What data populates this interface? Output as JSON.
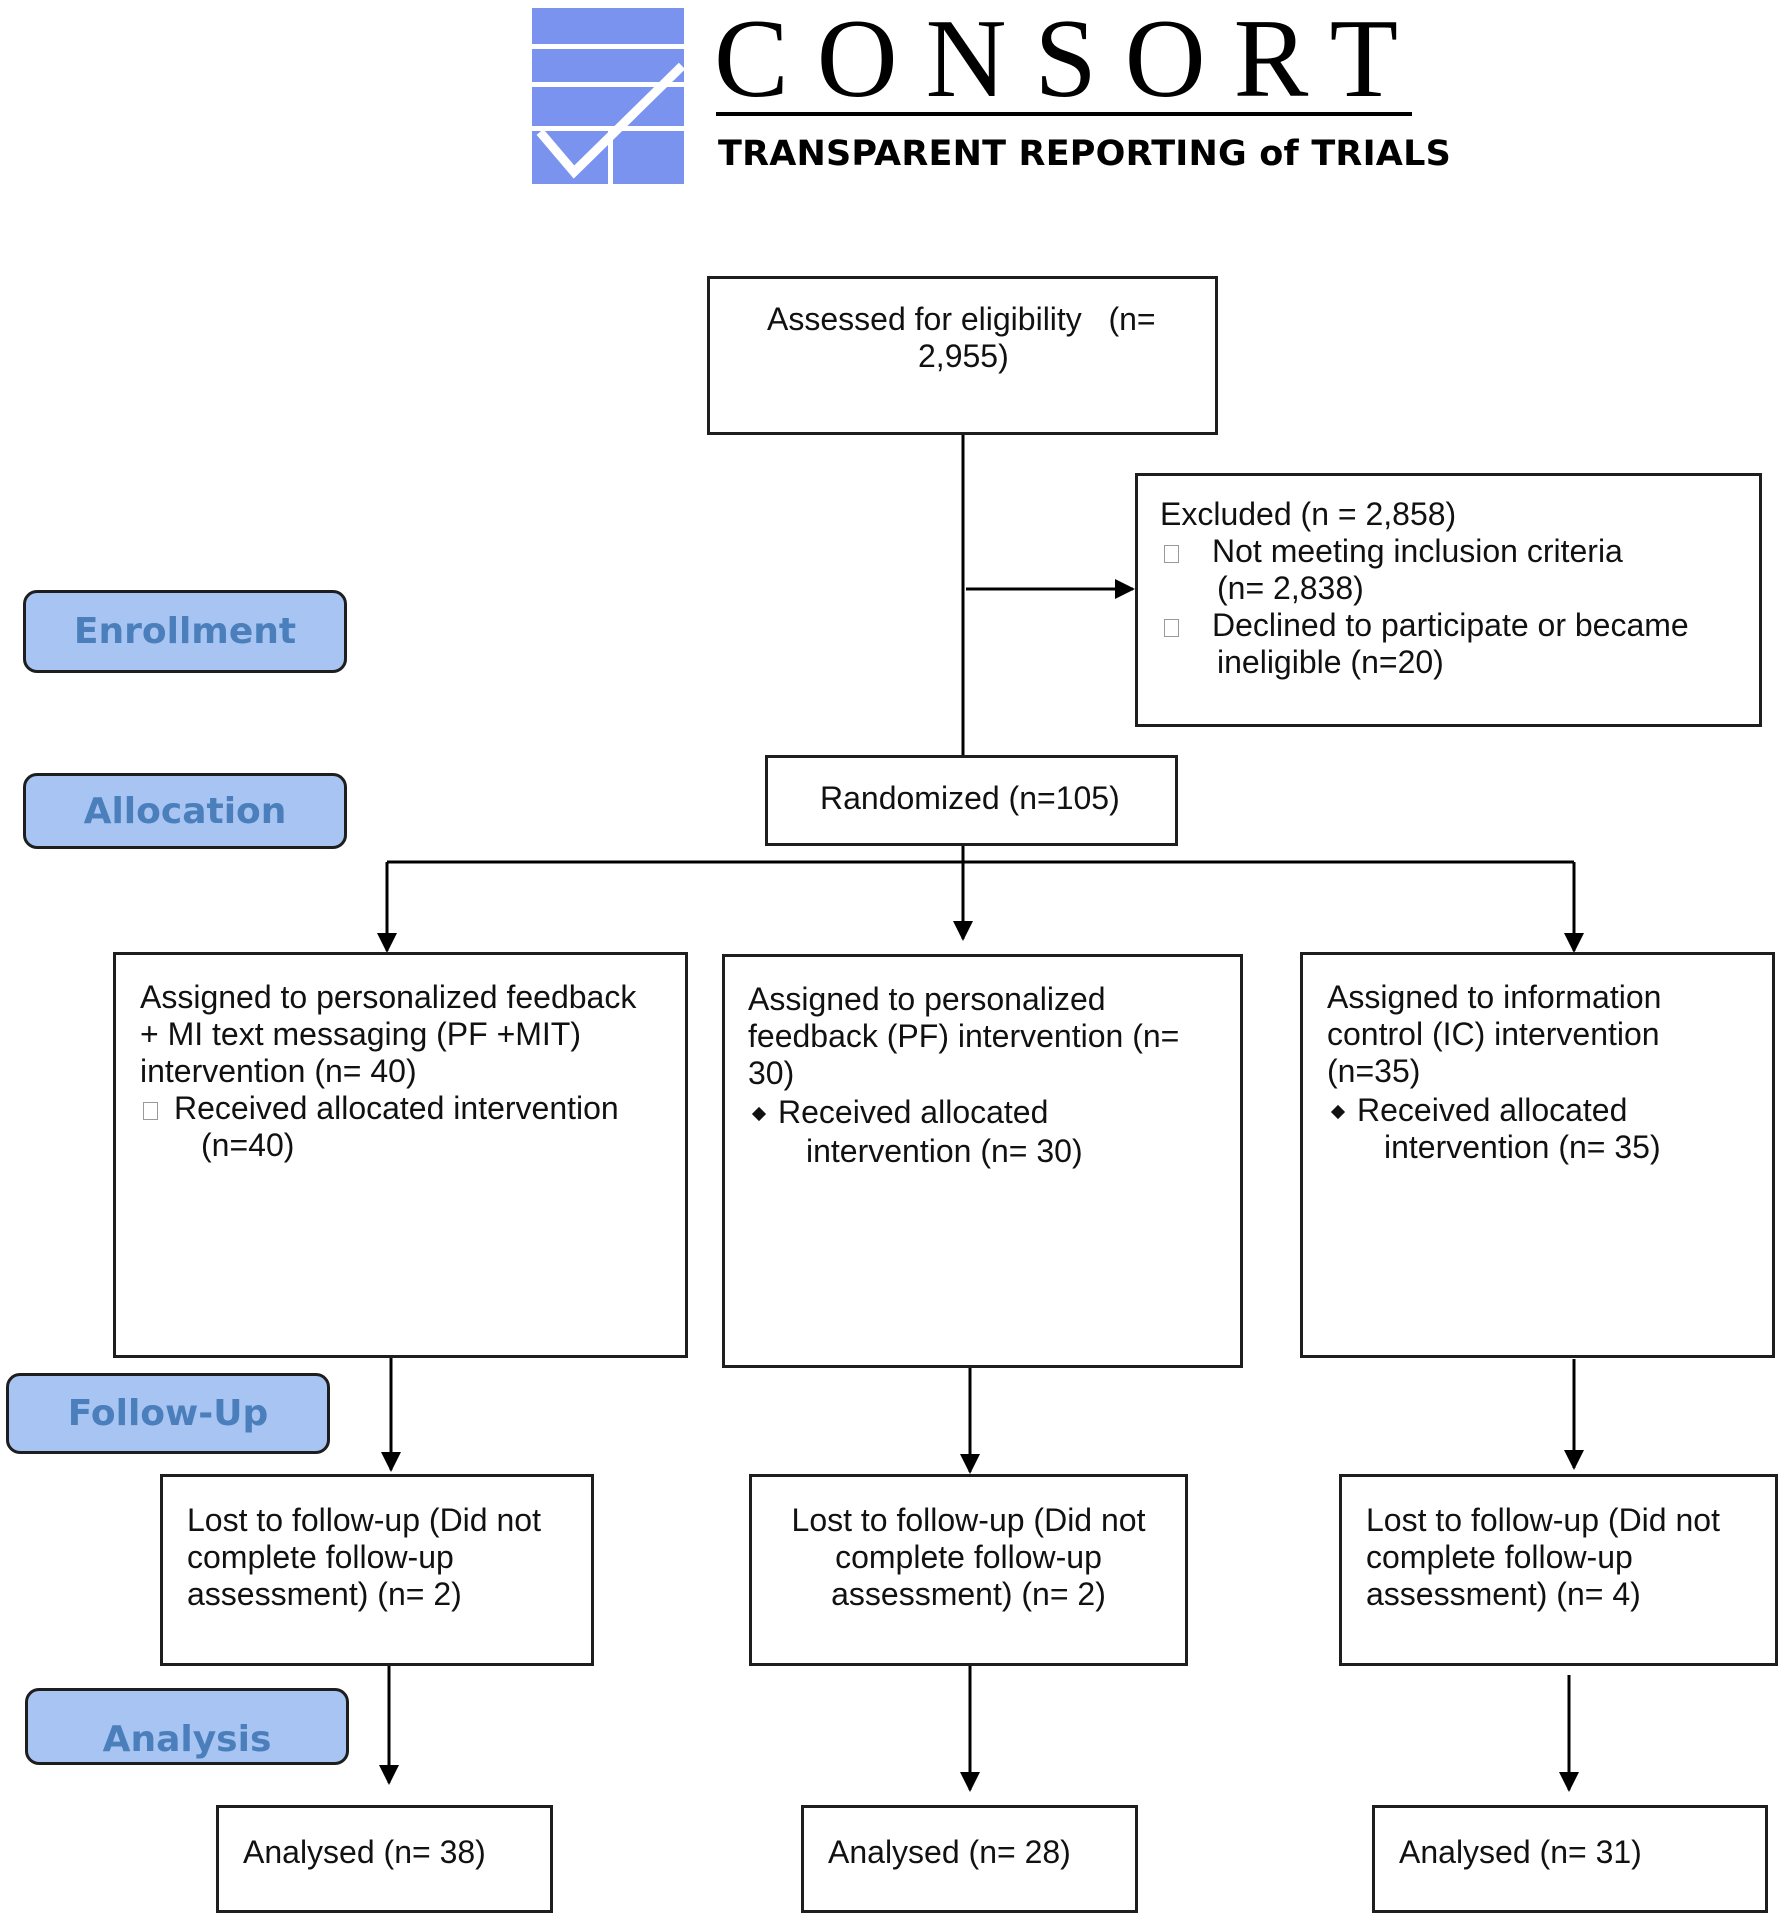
{
  "header": {
    "brand_name": "CONSORT",
    "tagline": "TRANSPARENT REPORTING of TRIALS",
    "logo_color": "#7a93ee"
  },
  "stages": {
    "enrollment": "Enrollment",
    "allocation": "Allocation",
    "follow_up": "Follow-Up",
    "analysis": "Analysis",
    "fill_color": "#a8c4f2",
    "text_color": "#4a7fbb"
  },
  "eligibility": {
    "line1": "Assessed for eligibility   (n=",
    "line2": "2,955)"
  },
  "excluded": {
    "title": "Excluded (n = 2,858)",
    "items": [
      {
        "line1": "Not meeting inclusion criteria",
        "line2": "(n= 2,838)"
      },
      {
        "line1": "Declined to participate or became",
        "line2": "ineligible (n=20)"
      }
    ]
  },
  "randomized": {
    "label": "Randomized (n=105)"
  },
  "arms": [
    {
      "lines": [
        "Assigned to personalized feedback",
        "+ MI text messaging (PF +MIT)",
        "intervention (n= 40)"
      ],
      "received": [
        "Received allocated intervention",
        "(n=40)"
      ],
      "lost": [
        "Lost to follow-up (Did not",
        "complete follow-up",
        "assessment) (n= 2)"
      ],
      "analysed": "Analysed (n= 38)"
    },
    {
      "lines": [
        "Assigned to personalized",
        "feedback (PF) intervention (n=",
        "30)"
      ],
      "received": [
        "Received allocated",
        "intervention (n= 30)"
      ],
      "lost": [
        "Lost to follow-up (Did not",
        "complete follow-up",
        "assessment) (n= 2)"
      ],
      "analysed": "Analysed (n= 28)"
    },
    {
      "lines": [
        "Assigned to information",
        "control (IC) intervention",
        "(n=35)"
      ],
      "received": [
        "Received allocated",
        "intervention (n= 35)"
      ],
      "lost": [
        "Lost to follow-up (Did not",
        "complete follow-up",
        "assessment) (n= 4)"
      ],
      "analysed": "Analysed (n= 31)"
    }
  ]
}
